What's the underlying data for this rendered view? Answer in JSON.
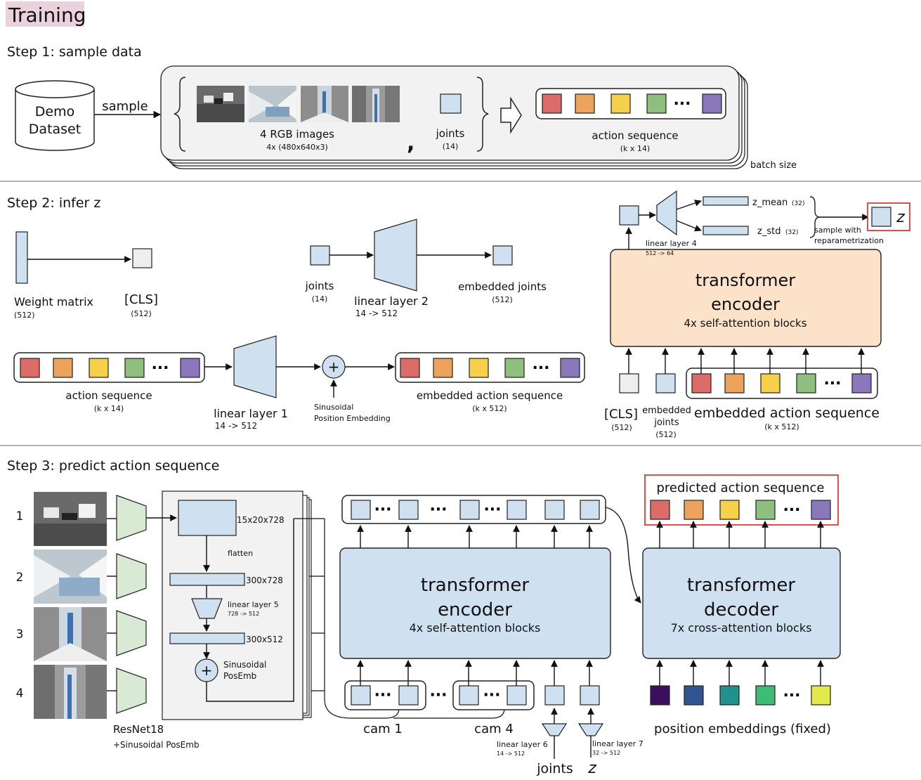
{
  "title": "Training",
  "step1": {
    "heading": "Step 1: sample data",
    "dataset_line1": "Demo",
    "dataset_line2": "Dataset",
    "sample": "sample",
    "images_label": "4 RGB images",
    "images_sub": "4x (480x640x3)",
    "comma": ",",
    "joints_label": "joints",
    "joints_sub": "(14)",
    "action_label": "action sequence",
    "action_sub": "(k x 14)",
    "batch": "batch size"
  },
  "step2": {
    "heading": "Step 2: infer z",
    "weight_label": "Weight matrix",
    "weight_sub": "(512)",
    "cls_label": "[CLS]",
    "cls_sub": "(512)",
    "joints_label": "joints",
    "joints_sub": "(14)",
    "linear2_label": "linear layer 2",
    "linear2_sub": "14 -> 512",
    "emb_joints_label": "embedded joints",
    "emb_joints_sub": "(512)",
    "action_label": "action sequence",
    "action_sub": "(k x 14)",
    "linear1_label": "linear layer 1",
    "linear1_sub": "14 -> 512",
    "sin_line1": "Sinusoidal",
    "sin_line2": "Position Embedding",
    "emb_action_label": "embedded action sequence",
    "emb_action_sub": "(k x 512)",
    "enc_title1": "transformer",
    "enc_title2": "encoder",
    "enc_sub": "4x self-attention blocks",
    "linear4_label": "linear layer 4",
    "linear4_sub": "512 -> 64",
    "zmean": "z_mean",
    "zmean_sub": "(32)",
    "zstd": "z_std",
    "zstd_sub": "(32)",
    "sample_line1": "sample with",
    "sample_line2": "reparametrization",
    "z": "z",
    "cls2_label": "[CLS]",
    "cls2_sub": "(512)",
    "emb_joints2_line1": "embedded",
    "emb_joints2_line2": "joints",
    "emb_joints2_sub": "(512)",
    "emb_action2_label": "embedded action sequence",
    "emb_action2_sub": "(k x 512)"
  },
  "step3": {
    "heading": "Step 3: predict action sequence",
    "cam_numbers": [
      "1",
      "2",
      "3",
      "4"
    ],
    "resnet_label": "ResNet18",
    "resnet_sub": "+Sinusoidal PosEmb",
    "feat1": "15x20x728",
    "flatten": "flatten",
    "feat2": "300x728",
    "linear5_label": "linear layer 5",
    "linear5_sub": "728 -> 512",
    "feat3": "300x512",
    "sin_line1": "Sinusoidal",
    "sin_line2": "PosEmb",
    "enc_title1": "transformer",
    "enc_title2": "encoder",
    "enc_sub": "4x self-attention blocks",
    "dec_title1": "transformer",
    "dec_title2": "decoder",
    "dec_sub": "7x cross-attention blocks",
    "predicted": "predicted action sequence",
    "cam1": "cam 1",
    "cam4": "cam 4",
    "linear6_label": "linear layer 6",
    "linear6_sub": "14 -> 512",
    "linear7_label": "linear layer 7",
    "linear7_sub": "32 -> 512",
    "joints": "joints",
    "z": "z",
    "pos_emb_label": "position embeddings (fixed)"
  },
  "colors": {
    "action_tokens": [
      "#dd6b68",
      "#eea35c",
      "#f7d04b",
      "#8fbf7f",
      "#8b77bc"
    ],
    "position_tokens": [
      "#3b0f5e",
      "#33558f",
      "#21918c",
      "#3fbc73",
      "#e3e94a"
    ],
    "block_blue": "#cfe0f1",
    "encoder_orange": "#fbe2c8",
    "resnet_green": "#d8ead3",
    "highlight_red": "#e02020",
    "title_bg": "#ead1dc"
  }
}
